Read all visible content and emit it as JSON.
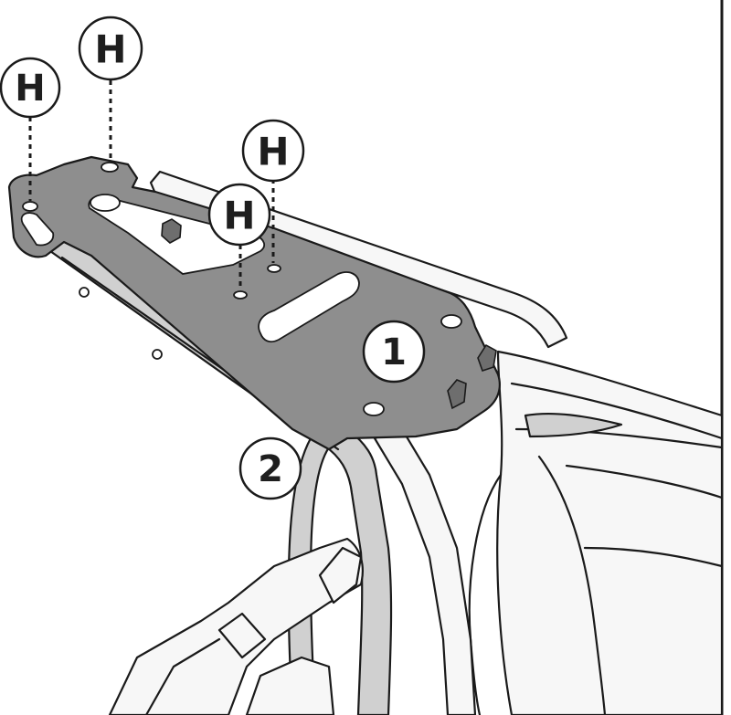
{
  "callouts": {
    "h_top_left": "H",
    "h_top": "H",
    "h_right_upper": "H",
    "h_right_lower": "H",
    "part_1": "1",
    "part_2": "2"
  },
  "colors": {
    "plate": "#8e8e8e",
    "frame": "#d0d0d0",
    "outline": "#1a1a1a",
    "background": "#ffffff"
  }
}
